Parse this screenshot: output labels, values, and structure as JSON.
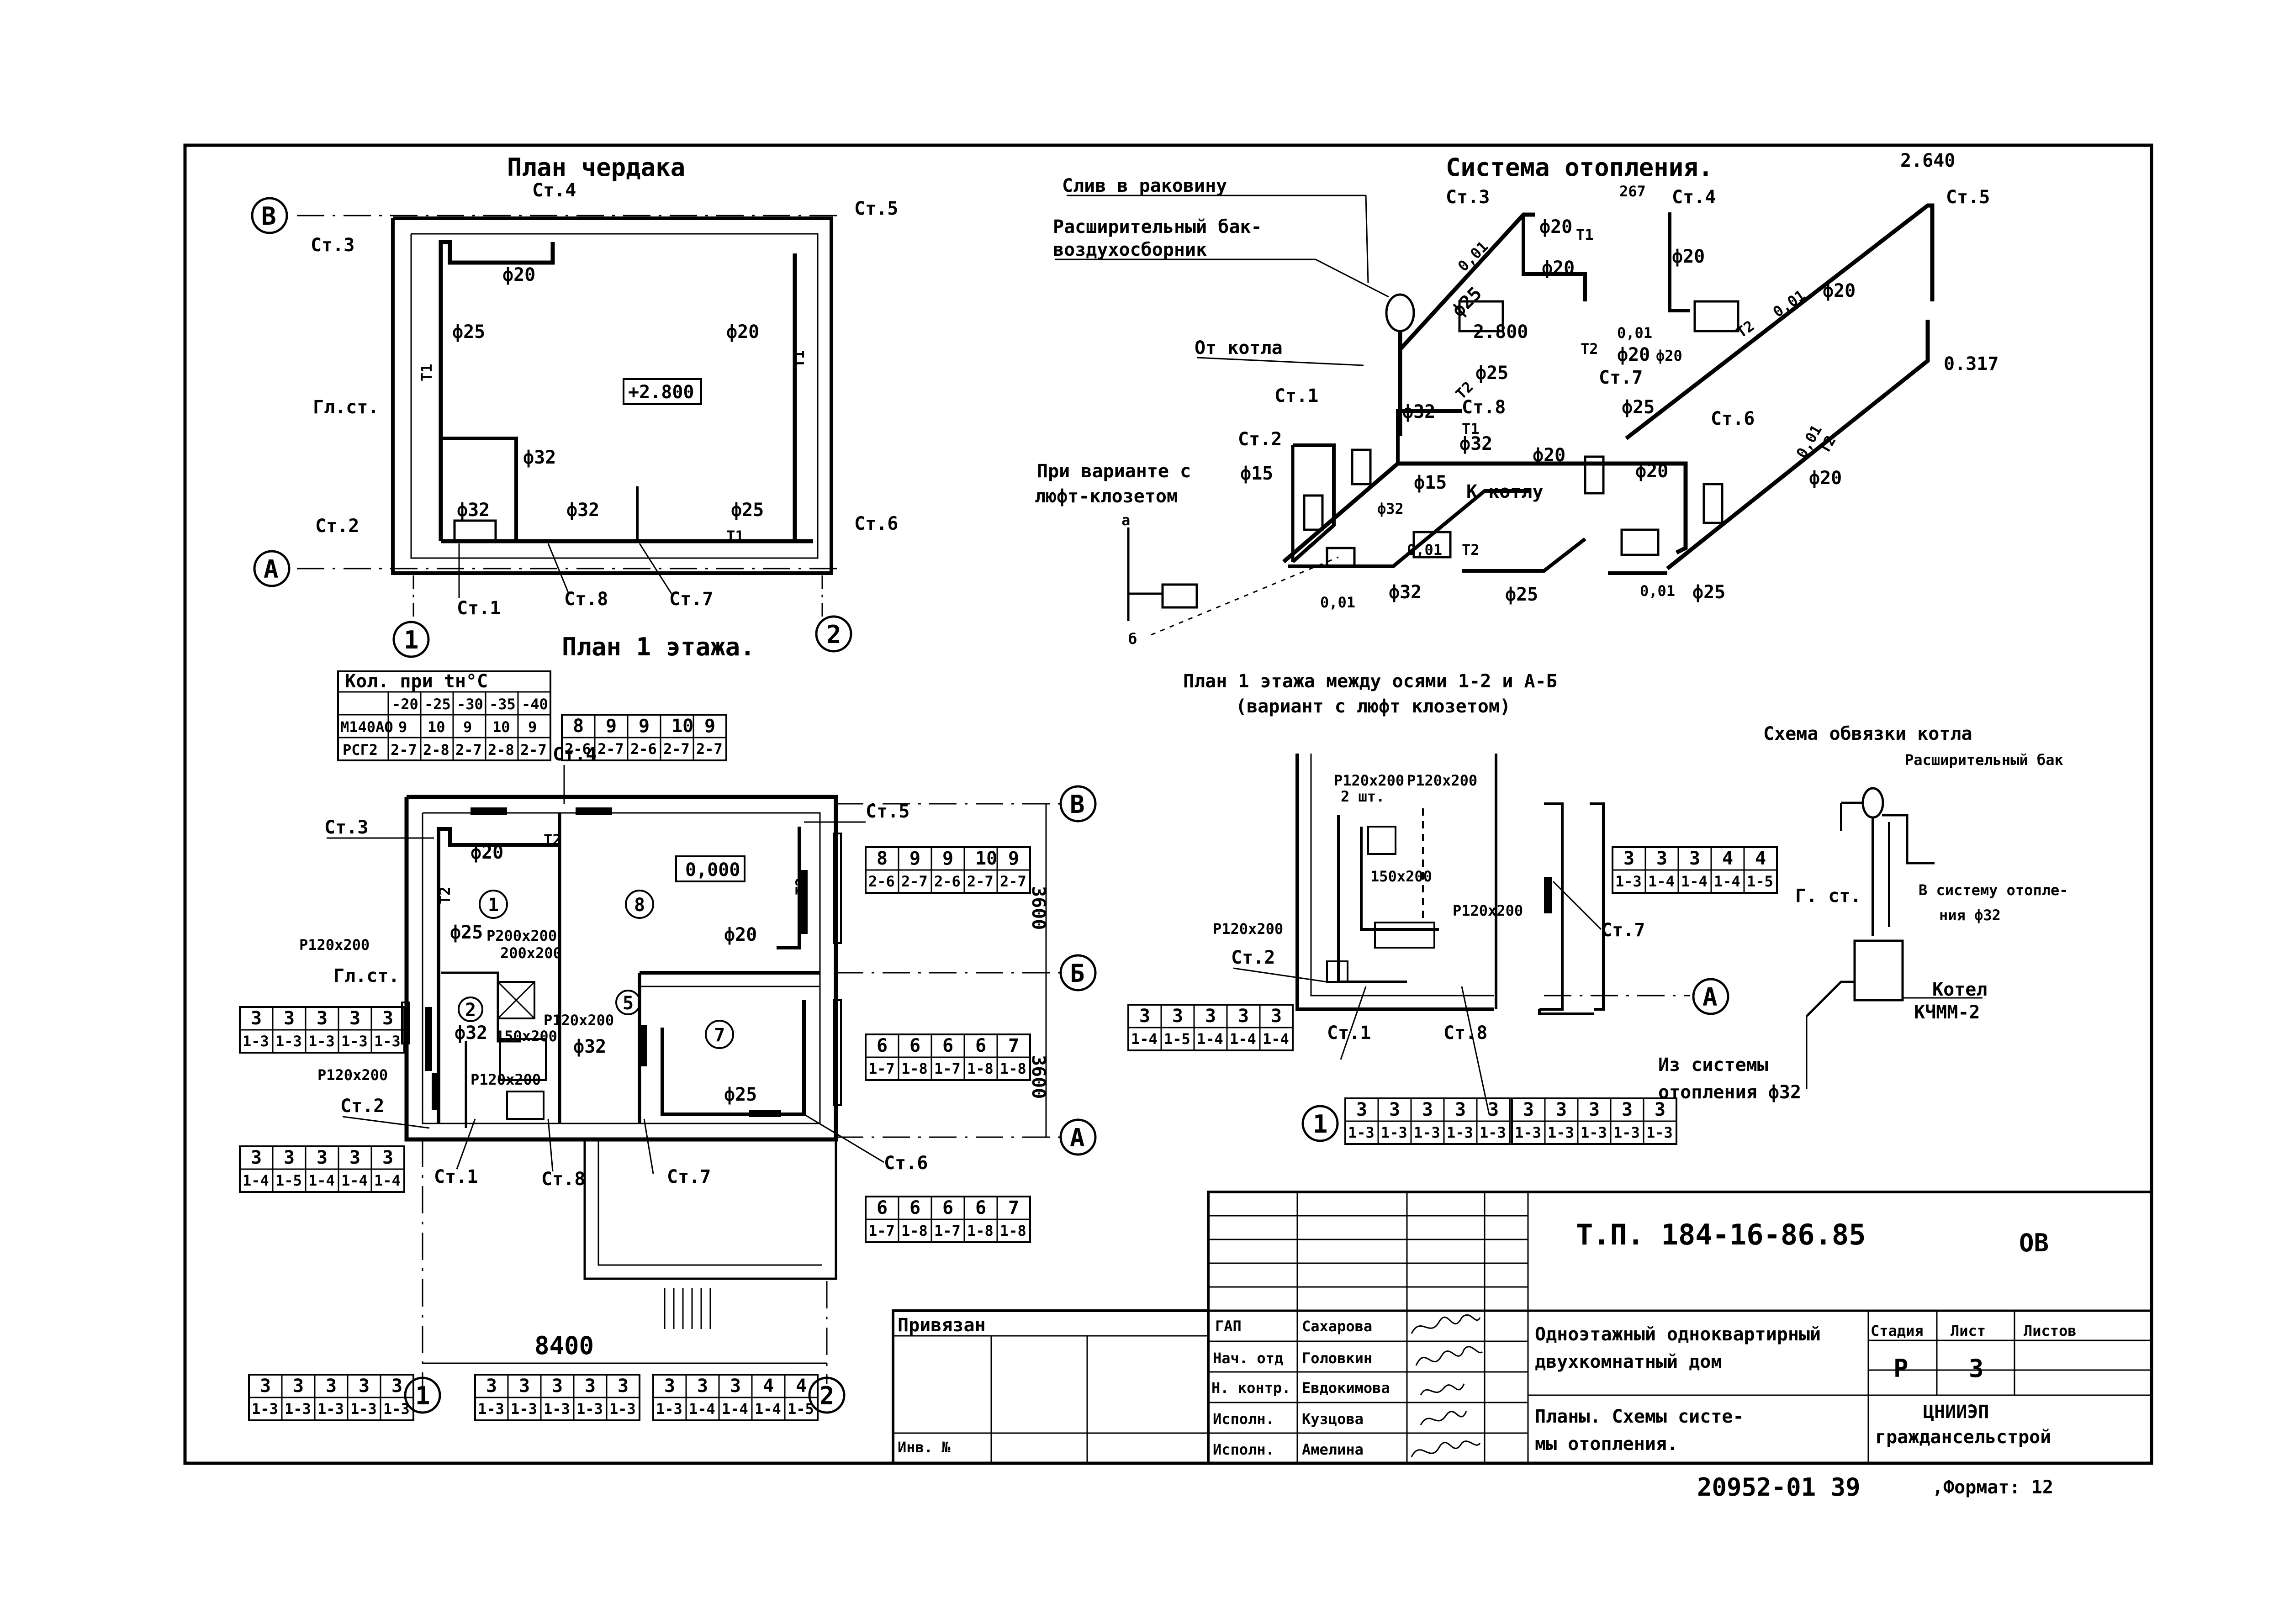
{
  "titles": {
    "attic_plan": "План чердака",
    "heating_system": "Система отопления.",
    "floor_plan": "План 1 этажа.",
    "alt_plan_l1": "План 1 этажа между осями 1-2 и А-Б",
    "alt_plan_l2": "(вариант с люфт клозетом)",
    "boiler_scheme": "Схема обвязки котла"
  },
  "axes": {
    "a": "А",
    "b": "Б",
    "v": "В",
    "n1": "1",
    "n2": "2"
  },
  "attic": {
    "st1": "Ст.1",
    "st2": "Ст.2",
    "st3": "Ст.3",
    "st4": "Ст.4",
    "st5": "Ст.5",
    "st6": "Ст.6",
    "st7": "Ст.7",
    "st8": "Ст.8",
    "gl": "Гл.ст.",
    "d20": "ф20",
    "d25a": "ф25",
    "d32a": "ф32",
    "d32b": "ф32",
    "d32c": "ф32",
    "d25b": "ф25",
    "d20b": "ф20",
    "t1a": "Т1",
    "t1b": "Т1",
    "t1c": "Т1",
    "mark": "+2.800"
  },
  "heating": {
    "drain": "Слив в раковину",
    "tank_l1": "Расширительный бак-",
    "tank_l2": "воздухосборник",
    "from_boiler": "От котла",
    "variant_l1": "При варианте с",
    "variant_l2": "люфт-клозетом",
    "to_boiler": "К котлу",
    "st1": "Ст.1",
    "st2": "Ст.2",
    "st3": "Ст.3",
    "st4": "Ст.4",
    "st5": "Ст.5",
    "st6": "Ст.6",
    "st7": "Ст.7",
    "st8": "Ст.8",
    "m2640": "2.640",
    "m267": "267",
    "m2800": "2.800",
    "m0317": "0.317",
    "s001a": "0,01",
    "s001b": "0,01",
    "s001c": "0,01",
    "s001d": "0,01",
    "s001e": "0,01",
    "s001f": "0,01",
    "s001g": "0,01",
    "d25a": "ф25",
    "d20a": "ф20",
    "d20b": "ф20",
    "d20c": "ф20",
    "d25b": "ф25",
    "d32a": "ф32",
    "d32b": "ф32",
    "d20d": "ф20",
    "d25c": "ф25",
    "d20e": "ф20",
    "d15a": "ф15",
    "d15b": "ф15",
    "d32c": "ф32",
    "d32d": "ф32",
    "d25d": "ф25",
    "d25e": "ф25",
    "d20f": "ф20",
    "d20g": "ф20",
    "d20h": "ф20",
    "d20s": "ф20",
    "t1": "Т1",
    "t2": "Т2",
    "t2b": "Т2",
    "t2c": "Т2",
    "t2d": "Т2",
    "t2e": "Т2",
    "t1b": "Т1",
    "letter_a": "а",
    "letter_b": "б"
  },
  "radiator_table": {
    "header": "Кол. при tн°С",
    "temps": [
      "-20",
      "-25",
      "-30",
      "-35",
      "-40"
    ],
    "row1_label": "М140АО",
    "row1": [
      "9",
      "10",
      "9",
      "10",
      "9"
    ],
    "row2_label": "РСГ2",
    "row2": [
      "2-7",
      "2-8",
      "2-7",
      "2-8",
      "2-7"
    ]
  },
  "floor": {
    "st1": "Ст.1",
    "st2": "Ст.2",
    "st3": "Ст.3",
    "st4": "Ст.4",
    "st5": "Ст.5",
    "st6": "Ст.6",
    "st7": "Ст.7",
    "st8": "Ст.8",
    "gl": "Гл.ст.",
    "r1": "1",
    "r2": "2",
    "r5": "5",
    "r7": "7",
    "r8": "8",
    "mark": "0,000",
    "d20a": "ф20",
    "d25a": "ф25",
    "d32a": "ф32",
    "d32b": "ф32",
    "d20b": "ф20",
    "d25b": "ф25",
    "grille1": "Р120х200",
    "grille2": "Р200х200",
    "grille3": "200х200",
    "grille4": "Р120х200",
    "grille5": "Р120х200",
    "grille6": "150х200",
    "grille7": "Р120х200",
    "t2a": "Т2",
    "t2b": "Т2",
    "t2c": "Т2",
    "dim_3600a": "3600",
    "dim_3600b": "3600",
    "dim_8400": "8400"
  },
  "alt_plan": {
    "st2": "Ст.2",
    "st1": "Ст.1",
    "st8": "Ст.8",
    "st7": "Ст.7",
    "g1": "Р120х200",
    "g2": "Р120х200",
    "g3": "Р120х200",
    "g4": "Р120х200",
    "g5": "150х200",
    "g6": "2 шт."
  },
  "boiler": {
    "tank": "Расширительный бак",
    "gl": "Г. ст.",
    "to_sys_l1": "В систему отопле-",
    "to_sys_l2": "ния ф32",
    "boiler_l1": "Котел",
    "boiler_l2": "КЧММ-2",
    "from_sys_l1": "Из системы",
    "from_sys_l2": "отопления ф32"
  },
  "stamp": {
    "code": "Т.П. 184-16-86.85",
    "sheet_code": "ОВ",
    "title_l1": "Одноэтажный одноквартирный",
    "title_l2": "двухкомнатный дом",
    "desc_l1": "Планы. Схемы систе-",
    "desc_l2": "мы отопления.",
    "org_l1": "ЦНИИЭП",
    "org_l2": "граждансельстрой",
    "stage_h": "Стадия",
    "sheet_h": "Лист",
    "sheets_h": "Листов",
    "stage": "Р",
    "sheet": "3",
    "privyazan": "Привязан",
    "inv": "Инв. №",
    "roles": [
      "ГАП",
      "Нач. отд",
      "Н. контр.",
      "Исполн.",
      "Исполн."
    ],
    "names": [
      "Сахарова",
      "Головкин",
      "Евдокимова",
      "Кузцова",
      "Амелина"
    ]
  },
  "footer": {
    "number": "20952-01  39",
    "format": ",Формат: 12"
  }
}
